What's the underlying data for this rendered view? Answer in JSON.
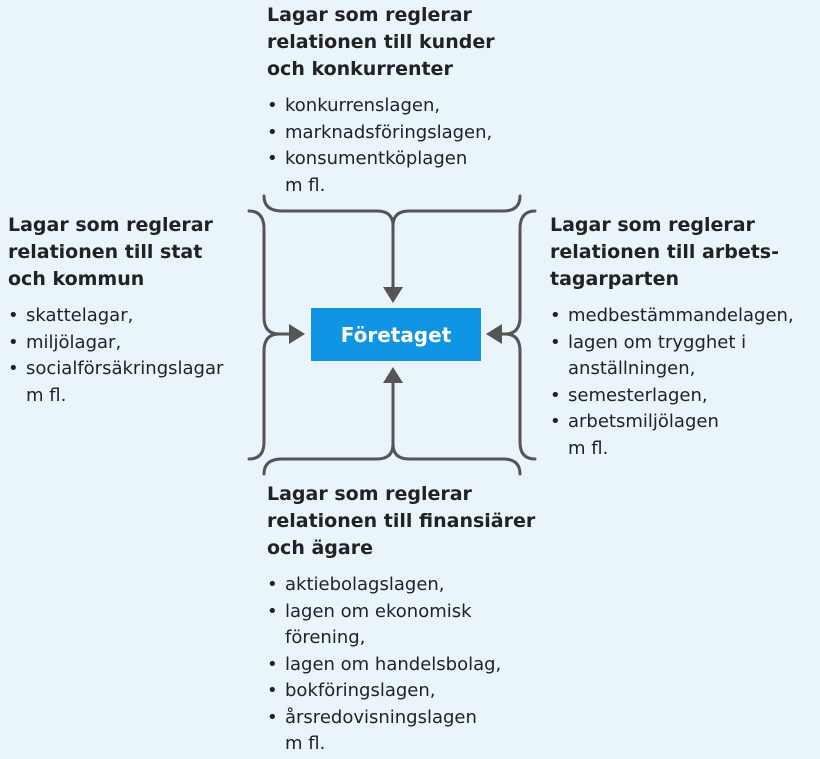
{
  "center": {
    "label": "Företaget"
  },
  "groups": {
    "top": {
      "heading": [
        "Lagar som reglerar",
        "relationen till kunder",
        "och konkurrenter"
      ],
      "items": [
        [
          "konkurrenslagen,"
        ],
        [
          "marknadsföringslagen,"
        ],
        [
          "konsumentköplagen",
          "m fl."
        ]
      ]
    },
    "left": {
      "heading": [
        "Lagar som reglerar",
        "relationen till stat",
        "och kommun"
      ],
      "items": [
        [
          "skattelagar,"
        ],
        [
          "miljölagar,"
        ],
        [
          "socialförsäkringslagar",
          "m fl."
        ]
      ]
    },
    "right": {
      "heading": [
        "Lagar som reglerar",
        "relationen till arbets-",
        "tagarparten"
      ],
      "items": [
        [
          "medbestämmandelagen,"
        ],
        [
          "lagen om trygghet i",
          "anställningen,"
        ],
        [
          "semesterlagen,"
        ],
        [
          "arbetsmiljölagen",
          "m fl."
        ]
      ]
    },
    "bottom": {
      "heading": [
        "Lagar som reglerar",
        "relationen till finansiärer",
        "och ägare"
      ],
      "items": [
        [
          "aktiebolagslagen,"
        ],
        [
          "lagen om ekonomisk",
          "förening,"
        ],
        [
          "lagen om handelsbolag,"
        ],
        [
          "bokföringslagen,"
        ],
        [
          "årsredovisningslagen",
          "m fl."
        ]
      ]
    }
  },
  "colors": {
    "background": "#eaf4fb",
    "box": "#0f95e3",
    "box_text": "#ffffff",
    "connector": "#555555"
  }
}
